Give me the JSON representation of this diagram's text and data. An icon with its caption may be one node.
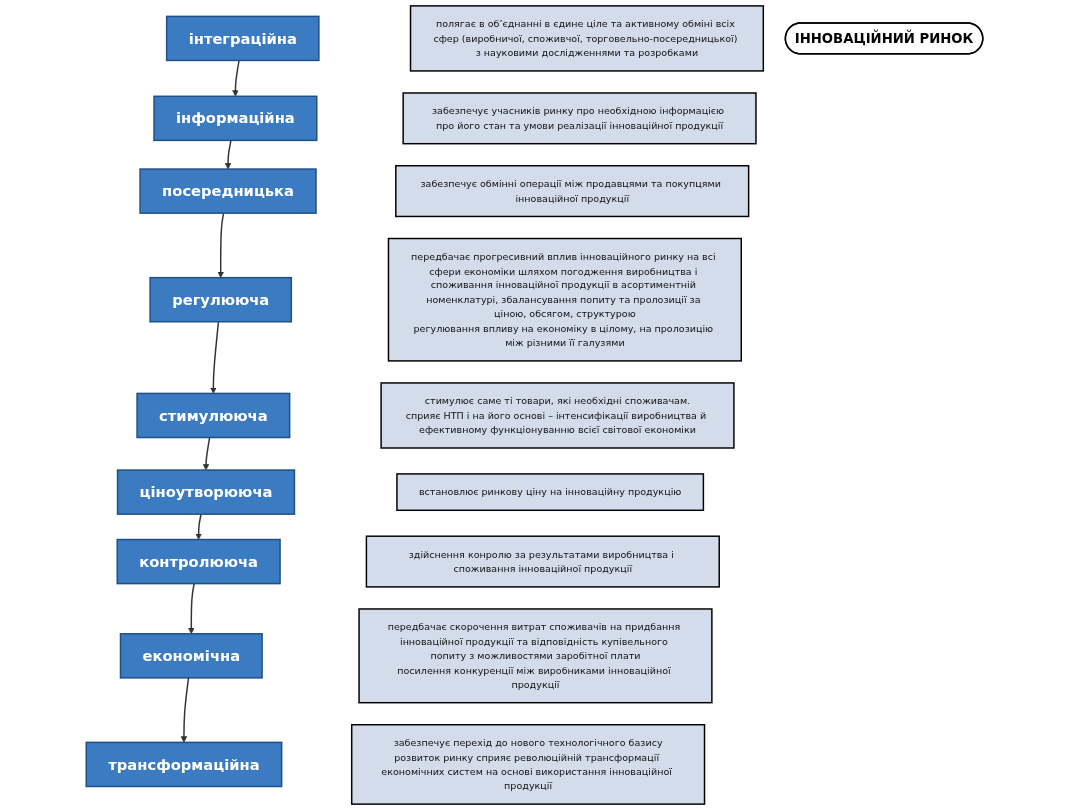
{
  "diagram": {
    "nodes": [
      {
        "text": [
          "інтеграційна"
        ]
      },
      {
        "text": [
          "полягає в об’єднанні в єдине ціле та активному обміні всіх сфер (виробничої, споживчої, торговельно-посередницької) з науковими дослідженнями та розробками"
        ]
      },
      {
        "text": [
          "інформаційна"
        ]
      },
      {
        "text": [
          "забезпечує учасників ринку про необхідною інформацією про його стан та умови реалізації інноваційної продукції"
        ]
      },
      {
        "text": [
          "посередницька"
        ]
      },
      {
        "text": [
          "забезпечує обмінні операції між продавцями та покупцями інноваційної продукції"
        ]
      },
      {
        "text": [
          "регулююча"
        ]
      },
      {
        "text": [
          "передбачає прогресивний вплив інноваційного ринку на всі сфери економіки шляхом погодження виробництва і споживання інноваційної продукції в асортиментній номенклатурі, збалансування попиту та пролозиції за ціною, обсягом, структурою",
          "регулювання впливу на економіку в цілому, на пролозицію між різними її галузями"
        ]
      },
      {
        "text": [
          "стимулююча"
        ]
      },
      {
        "text": [
          "стимулює саме ті товари, які необхідні споживачам.",
          "сприяє НТП і на його основі – інтенсифікації виробництва й ефективному функціонуванню всієї світової економіки"
        ]
      },
      {
        "text": [
          "ціноутворююча"
        ]
      },
      {
        "text": [
          "встановлює ринкову ціну на інноваційну продукцію"
        ]
      },
      {
        "text": [
          "контролююча"
        ]
      },
      {
        "text": [
          "здійснення конролю за результатами виробництва і споживання інноваційної продукції"
        ]
      },
      {
        "text": [
          "економічна"
        ]
      },
      {
        "text": [
          "передбачає скорочення витрат споживачів на придбання інноваційної продукції та відповідність купівельного попиту з можливостями заробітної плати",
          "посилення конкуренції між виробниками інноваційної продукції"
        ]
      },
      {
        "text": [
          "трансформаційна"
        ]
      },
      {
        "text": [
          "забезпечує перехід до нового технологічного базису",
          "розвиток ринку сприяє революційній трансформації економічних систем на основі використання інноваційної продукції"
        ]
      },
      {
        "text": [
          "ІННОВАЦІЙНИЙ РИНОК"
        ]
      }
    ],
    "edges": [
      {
        "from": 0,
        "to": 2,
        "arrow": "to"
      },
      {
        "from": 2,
        "to": 4,
        "arrow": "to"
      },
      {
        "from": 4,
        "to": 6,
        "arrow": "to"
      },
      {
        "from": 6,
        "to": 8,
        "arrow": "to"
      },
      {
        "from": 8,
        "to": 10,
        "arrow": "to"
      },
      {
        "from": 10,
        "to": 12,
        "arrow": "to"
      },
      {
        "from": 12,
        "to": 14,
        "arrow": "to"
      },
      {
        "from": 14,
        "to": 16,
        "arrow": "to"
      }
    ]
  }
}
